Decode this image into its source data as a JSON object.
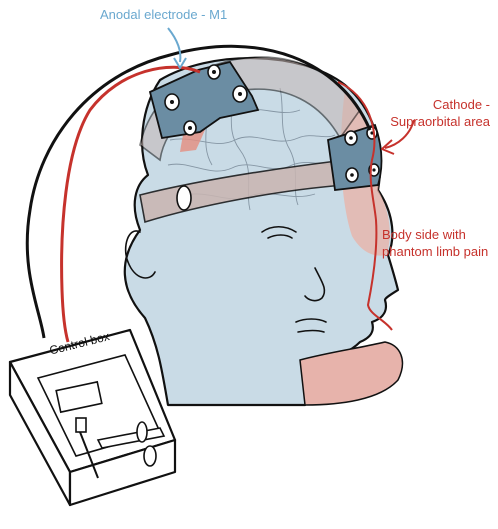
{
  "colors": {
    "anodal": "#6aa8cf",
    "cathode": "#c6322c",
    "skin": "#c9dbe6",
    "electrode": "#6b8da3",
    "outline": "#111111"
  },
  "labels": {
    "anodal": "Anodal electrode - M1",
    "cathode_line1": "Cathode -",
    "cathode_line2": "Supraorbital area",
    "bodyside_line1": "Body side with",
    "bodyside_line2": "phantom limb pain",
    "control_box": "Control box"
  }
}
